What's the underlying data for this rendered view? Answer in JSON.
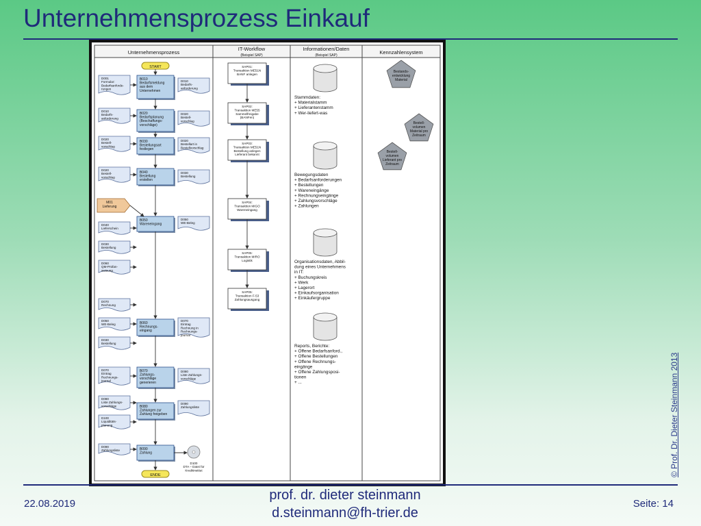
{
  "slide": {
    "title": "Unternehmensprozess Einkauf",
    "copyright": "© Prof. Dr. Dieter Steinmann 2013",
    "footer_date": "22.08.2019",
    "footer_author": "prof. dr. dieter steinmann",
    "footer_email": "d.steinmann@fh-trier.de",
    "footer_page": "Seite: 14"
  },
  "diagram": {
    "lanes": [
      {
        "title": "Unternehmensprozess"
      },
      {
        "title": "IT-Workflow",
        "subtitle": "(Beispiel SAP)"
      },
      {
        "title": "Informationen/Daten",
        "subtitle": "(Beispiel SAP)"
      },
      {
        "title": "Kennzahlensystem"
      }
    ],
    "start_label": "START",
    "end_label": "ENDE",
    "process_steps": [
      {
        "id": "B010",
        "lines": [
          "B010",
          "Bedarfsmeldung",
          "aus dem",
          "Unternehmen"
        ]
      },
      {
        "id": "B020",
        "lines": [
          "B020",
          "Bedarfsplanung",
          "(Beschaffungs-",
          "vorschläge)"
        ]
      },
      {
        "id": "B030",
        "lines": [
          "B030",
          "Bestellungsart",
          "festlegen"
        ]
      },
      {
        "id": "B040",
        "lines": [
          "B040",
          "Bestellung",
          "erstellen"
        ]
      },
      {
        "id": "B050",
        "lines": [
          "B050",
          "Wareneingang"
        ]
      },
      {
        "id": "B060",
        "lines": [
          "B060",
          "Rechnungs-",
          "eingang"
        ]
      },
      {
        "id": "B070",
        "lines": [
          "B070",
          "Zahlungs-",
          "vorschläge",
          "generieren"
        ]
      },
      {
        "id": "B080",
        "lines": [
          "B080",
          "Zahlungen zur",
          "Zahlung freigeben"
        ]
      },
      {
        "id": "B090",
        "lines": [
          "B090",
          "Zahlung"
        ]
      }
    ],
    "delivery": {
      "lines": [
        "M01",
        "Lieferung"
      ]
    },
    "input_docs": [
      {
        "lines": [
          "D001",
          "Formular:",
          "Bedarfsanforde-",
          "rungen"
        ]
      },
      {
        "lines": [
          "D010",
          "Bedarfs-",
          "anforderung"
        ]
      },
      {
        "lines": [
          "D020",
          "Bestell-",
          "vorschlag"
        ]
      },
      {
        "lines": [
          "D020",
          "Bestell-",
          "vorschlag"
        ]
      },
      {
        "lines": [
          "D040",
          "Lieferschein"
        ]
      },
      {
        "lines": [
          "D030",
          "Bestellung"
        ]
      },
      {
        "lines": [
          "D060",
          "QM-Prüfan-",
          "weisung"
        ]
      },
      {
        "lines": [
          "D070",
          "Rechnung"
        ]
      },
      {
        "lines": [
          "D050",
          "WE-Beleg"
        ]
      },
      {
        "lines": [
          "D030",
          "Bestellung"
        ]
      },
      {
        "lines": [
          "D070",
          "Eintrag",
          "Rechnungs-",
          "journal"
        ]
      },
      {
        "lines": [
          "D080",
          "Liste Zahlungs-",
          "vorschläge"
        ]
      },
      {
        "lines": [
          "D100",
          "Liquiditäts-",
          "planung"
        ]
      },
      {
        "lines": [
          "D090",
          "Zahlungsliste"
        ]
      }
    ],
    "output_docs": [
      {
        "lines": [
          "D010",
          "Bedarfs-",
          "anforderung"
        ]
      },
      {
        "lines": [
          "D020",
          "Bestell-",
          "vorschlag"
        ]
      },
      {
        "lines": [
          "D020",
          "Bestellart in",
          "Bestellvorschlag"
        ]
      },
      {
        "lines": [
          "D030",
          "Bestellung"
        ]
      },
      {
        "lines": [
          "D050",
          "WE-Beleg"
        ]
      },
      {
        "lines": [
          "D070",
          "Eintrag",
          "Rechnung in",
          "Rechnungs-",
          "journal"
        ]
      },
      {
        "lines": [
          "D080",
          "Liste Zahlungs-",
          "vorschläge"
        ]
      },
      {
        "lines": [
          "D090",
          "Zahlungsliste"
        ]
      }
    ],
    "final_output": {
      "lines": [
        "D100",
        "DTA – Datei für",
        "Kreditinstitut"
      ]
    },
    "sap_steps": [
      {
        "lines": [
          "SAP01:",
          "Transaktion ME51N",
          "BANF anlegen"
        ]
      },
      {
        "lines": [
          "SAP02:",
          "Transaktion ME55",
          "Sammelfreigabe",
          "(BANFen)"
        ]
      },
      {
        "lines": [
          "SAP03:",
          "Transaktion ME51N",
          "Bestellung anlegen",
          "Lieferant bekannt"
        ]
      },
      {
        "lines": [
          "SAP04:",
          "Transaktion MIGO",
          "Wareneingang"
        ]
      },
      {
        "lines": [
          "SAP05:",
          "Transaktion MIRO",
          "Logistik"
        ]
      },
      {
        "lines": [
          "SAP05:",
          "Transaktion F-53",
          "Zahlungsausgang"
        ]
      }
    ],
    "data_stores": [
      {
        "lines": [
          "Stammdaten:",
          "+ Materialstamm",
          "+ Lieferantenstamm",
          "+ Wer-liefert-was"
        ]
      },
      {
        "lines": [
          "Bewegungsdaten",
          "+ Bedarfsanforderungen",
          "+ Bestellungen",
          "+ Wareneingänge",
          "+ Rechnungseingänge",
          "+ Zahlungsvorschläge",
          "+ Zahlungen"
        ]
      },
      {
        "lines": [
          "Organisationsdaten, Abbil-",
          "dung eines Unternehmens",
          "in IT:",
          "+ Buchungskreis",
          "+ Werk",
          "+ Lagerort",
          "+ Einkaufsorganisation",
          "+ Einkäufergruppe"
        ]
      },
      {
        "lines": [
          "Reports, Berichte:",
          "+ Offene Bedarfsanford.,",
          "+ Offene Bestellungen",
          "+ Offene Rechnungs-",
          "   eingänge",
          "+ Offene Zahlungsposi-",
          "   tionen",
          "+ ..."
        ]
      }
    ],
    "kpis": [
      {
        "lines": [
          "Bestands-",
          "entwicklung",
          "Material"
        ]
      },
      {
        "lines": [
          "Bestell-",
          "volumen",
          "Material pro",
          "Zeitraum"
        ]
      },
      {
        "lines": [
          "Bestell-",
          "volumen",
          "Lieferant pro",
          "Zeitraum"
        ]
      }
    ],
    "colors": {
      "process_fill": "#b9d3ea",
      "process_stroke": "#2a4f8a",
      "doc_fill": "#dfe8f6",
      "start_fill": "#f5e65a",
      "delivery_fill": "#f0c89a",
      "kpi_fill": "#9aa0a8",
      "cylinder_fill": "#e4e4e4"
    }
  }
}
